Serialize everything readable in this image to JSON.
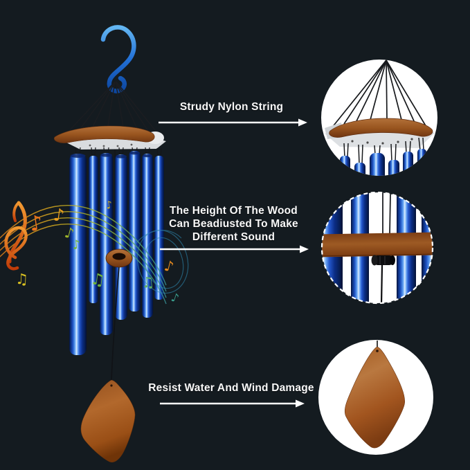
{
  "callouts": [
    {
      "lines": [
        "Strudy Nylon String"
      ]
    },
    {
      "lines": [
        "The Height Of The Wood",
        "Can Beadiusted To Make",
        "Different Sound"
      ]
    },
    {
      "lines": [
        "Resist Water And Wind Damage"
      ]
    }
  ],
  "music_notes": [
    {
      "glyph": "♪",
      "color": "#e8721c"
    },
    {
      "glyph": "♪",
      "color": "#eda01e"
    },
    {
      "glyph": "♪",
      "color": "#9cb42a"
    },
    {
      "glyph": "♪",
      "color": "#72b43e"
    },
    {
      "glyph": "♫",
      "color": "#d9c122"
    },
    {
      "glyph": "♫",
      "color": "#6fb23a"
    },
    {
      "glyph": "♪",
      "color": "#e58a1f"
    },
    {
      "glyph": "♫",
      "color": "#5fae68"
    },
    {
      "glyph": "♪",
      "color": "#3a9d8d"
    },
    {
      "glyph": "♪",
      "color": "#c9ae21"
    }
  ],
  "colors": {
    "background": "#141b20",
    "text": "#f8f8f8",
    "arrow": "#ffffff",
    "tube_blue": "#1c50c0",
    "tube_highlight": "#d8ecff",
    "wood_brown": "#94501f",
    "hook_blue": "#2270d6",
    "string_black": "#17191c",
    "inset_circle_fill": "#ffffff"
  }
}
